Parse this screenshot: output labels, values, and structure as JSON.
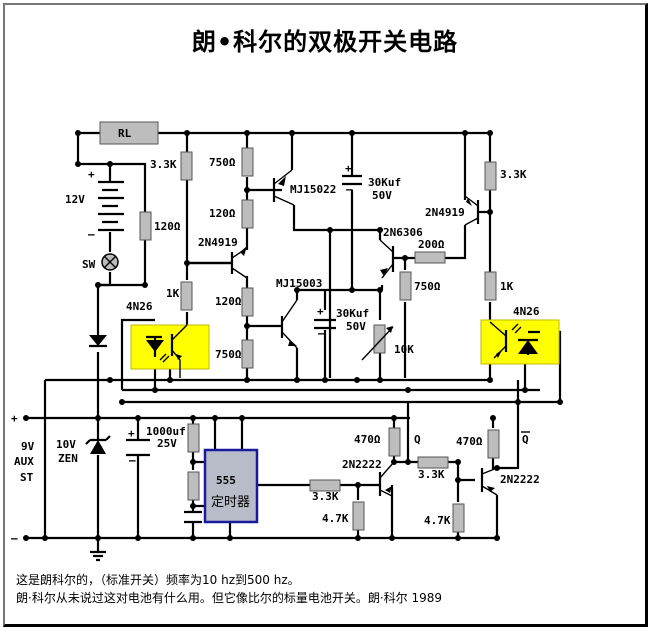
{
  "title": "朗•科尔的双极开关电路",
  "components": {
    "relay": "RL",
    "battery_main": "12V",
    "battery_plus": "+",
    "battery_minus": "–",
    "switch": "SW",
    "r_3k3_left": "3.3K",
    "r_120_left": "120Ω",
    "r_1k_left": "1K",
    "r_750_top": "750Ω",
    "r_120_mid": "120Ω",
    "q_2n4919_left": "2N4919",
    "q_mj15022": "MJ15022",
    "c_30k_top": "30Kuf",
    "c_30k_top_v": "50V",
    "r_120_low": "120Ω",
    "r_750_low": "750Ω",
    "q_mj15003": "MJ15003",
    "c_30k_low": "30Kuf",
    "c_30k_low_v": "50V",
    "pot_10k": "10K",
    "q_2n6306": "2N6306",
    "r_200": "200Ω",
    "r_750_right": "750Ω",
    "q_2n4919_right": "2N4919",
    "r_3k3_right": "3.3K",
    "r_1k_right": "1K",
    "opto_left": "4N26",
    "opto_right": "4N26",
    "aux_plus": "+",
    "aux_minus": "–",
    "aux_label": [
      "9V",
      "AUX",
      "ST"
    ],
    "zener": [
      "10V",
      "ZEN"
    ],
    "c_1000": "1000uf",
    "c_1000_v": "25V",
    "timer_name": "555",
    "timer_sub": "定时器",
    "r_3k3_base1": "3.3K",
    "r_4k7_1": "4.7K",
    "q_2n2222_1": "2N2222",
    "r_470_1": "470Ω",
    "out_q": "Q",
    "r_3k3_cross": "3.3K",
    "r_470_2": "470Ω",
    "out_qbar": "Q",
    "r_4k7_2": "4.7K",
    "q_2n2222_2": "2N2222"
  },
  "caption": {
    "line1": "这是朗科尔的，（标准开关）频率为10 hz到500 hz。",
    "line2": "朗·科尔从未说过这对电池有什么用。但它像比尔的标量电池开关。朗·科尔   1989"
  }
}
